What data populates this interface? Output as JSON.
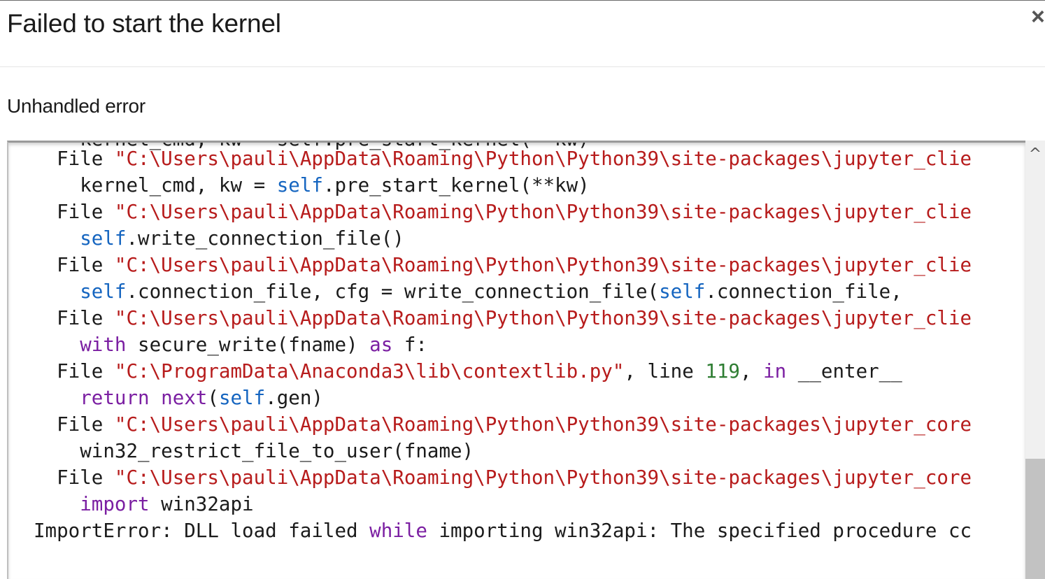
{
  "dialog": {
    "title": "Failed to start the kernel",
    "close_glyph": "×",
    "subtitle": "Unhandled error"
  },
  "traceback": {
    "clipped_top_line": "    kernel_cmd, kw = self.pre_start_kernel(**kw)",
    "lines": [
      {
        "indent": "  ",
        "parts": [
          {
            "t": "File ",
            "c": "plain"
          },
          {
            "t": "\"C:\\Users\\pauli\\AppData\\Roaming\\Python\\Python39\\site-packages\\jupyter_clie",
            "c": "str"
          }
        ]
      },
      {
        "indent": "    ",
        "parts": [
          {
            "t": "kernel_cmd, kw = ",
            "c": "plain"
          },
          {
            "t": "self",
            "c": "self"
          },
          {
            "t": ".pre_start_kernel(**kw)",
            "c": "plain"
          }
        ]
      },
      {
        "indent": "  ",
        "parts": [
          {
            "t": "File ",
            "c": "plain"
          },
          {
            "t": "\"C:\\Users\\pauli\\AppData\\Roaming\\Python\\Python39\\site-packages\\jupyter_clie",
            "c": "str"
          }
        ]
      },
      {
        "indent": "    ",
        "parts": [
          {
            "t": "self",
            "c": "self"
          },
          {
            "t": ".write_connection_file()",
            "c": "plain"
          }
        ]
      },
      {
        "indent": "  ",
        "parts": [
          {
            "t": "File ",
            "c": "plain"
          },
          {
            "t": "\"C:\\Users\\pauli\\AppData\\Roaming\\Python\\Python39\\site-packages\\jupyter_clie",
            "c": "str"
          }
        ]
      },
      {
        "indent": "    ",
        "parts": [
          {
            "t": "self",
            "c": "self"
          },
          {
            "t": ".connection_file, cfg = write_connection_file(",
            "c": "plain"
          },
          {
            "t": "self",
            "c": "self"
          },
          {
            "t": ".connection_file,",
            "c": "plain"
          }
        ]
      },
      {
        "indent": "  ",
        "parts": [
          {
            "t": "File ",
            "c": "plain"
          },
          {
            "t": "\"C:\\Users\\pauli\\AppData\\Roaming\\Python\\Python39\\site-packages\\jupyter_clie",
            "c": "str"
          }
        ]
      },
      {
        "indent": "    ",
        "parts": [
          {
            "t": "with",
            "c": "kw"
          },
          {
            "t": " secure_write(fname) ",
            "c": "plain"
          },
          {
            "t": "as",
            "c": "kw"
          },
          {
            "t": " f:",
            "c": "plain"
          }
        ]
      },
      {
        "indent": "  ",
        "parts": [
          {
            "t": "File ",
            "c": "plain"
          },
          {
            "t": "\"C:\\ProgramData\\Anaconda3\\lib\\contextlib.py\"",
            "c": "str"
          },
          {
            "t": ", line ",
            "c": "plain"
          },
          {
            "t": "119",
            "c": "num"
          },
          {
            "t": ", ",
            "c": "plain"
          },
          {
            "t": "in",
            "c": "kw"
          },
          {
            "t": " __enter__",
            "c": "plain"
          }
        ]
      },
      {
        "indent": "    ",
        "parts": [
          {
            "t": "return",
            "c": "kw"
          },
          {
            "t": " ",
            "c": "plain"
          },
          {
            "t": "next",
            "c": "kw"
          },
          {
            "t": "(",
            "c": "plain"
          },
          {
            "t": "self",
            "c": "self"
          },
          {
            "t": ".gen)",
            "c": "plain"
          }
        ]
      },
      {
        "indent": "  ",
        "parts": [
          {
            "t": "File ",
            "c": "plain"
          },
          {
            "t": "\"C:\\Users\\pauli\\AppData\\Roaming\\Python\\Python39\\site-packages\\jupyter_core",
            "c": "str"
          }
        ]
      },
      {
        "indent": "    ",
        "parts": [
          {
            "t": "win32_restrict_file_to_user(fname)",
            "c": "plain"
          }
        ]
      },
      {
        "indent": "  ",
        "parts": [
          {
            "t": "File ",
            "c": "plain"
          },
          {
            "t": "\"C:\\Users\\pauli\\AppData\\Roaming\\Python\\Python39\\site-packages\\jupyter_core",
            "c": "str"
          }
        ]
      },
      {
        "indent": "    ",
        "parts": [
          {
            "t": "import",
            "c": "kw"
          },
          {
            "t": " win32api",
            "c": "plain"
          }
        ]
      },
      {
        "indent": "",
        "parts": [
          {
            "t": "ImportError: DLL load failed ",
            "c": "plain"
          },
          {
            "t": "while",
            "c": "kw"
          },
          {
            "t": " importing win32api: The specified procedure cc",
            "c": "plain"
          }
        ]
      }
    ]
  },
  "scrollbar": {
    "up_arrow_glyph": "^",
    "scroll_position": 0.9
  },
  "colors": {
    "string": "#b71c1c",
    "keyword": "#7b1fa2",
    "self": "#1565c0",
    "number": "#2e7d32",
    "plain": "#1b1b1b"
  }
}
